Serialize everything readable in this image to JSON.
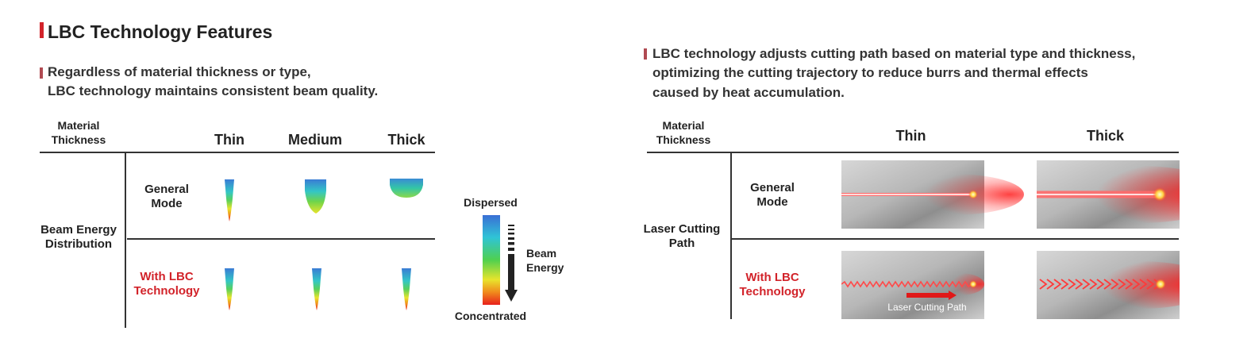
{
  "left": {
    "title": "LBC Technology Features",
    "subtitle_line1": "Regardless of material thickness or type,",
    "subtitle_line2": "LBC technology maintains consistent beam quality.",
    "header_material_line1": "Material",
    "header_material_line2": "Thickness",
    "columns": [
      "Thin",
      "Medium",
      "Thick"
    ],
    "row_group_line1": "Beam Energy",
    "row_group_line2": "Distribution",
    "rows": [
      {
        "line1": "General",
        "line2": "Mode"
      },
      {
        "line1": "With LBC",
        "line2": "Technology"
      }
    ]
  },
  "legend": {
    "top": "Dispersed",
    "bottom": "Concentrated",
    "arrow_line1": "Beam",
    "arrow_line2": "Energy"
  },
  "right": {
    "subtitle_line1": "LBC technology adjusts cutting path based on material type and thickness,",
    "subtitle_line2": "optimizing the cutting trajectory to reduce burrs and thermal effects",
    "subtitle_line3": "caused by heat accumulation.",
    "header_material_line1": "Material",
    "header_material_line2": "Thickness",
    "columns": [
      "Thin",
      "Thick"
    ],
    "row_group_line1": "Laser Cutting",
    "row_group_line2": "Path",
    "rows": [
      {
        "line1": "General",
        "line2": "Mode"
      },
      {
        "line1": "With LBC",
        "line2": "Technology"
      }
    ],
    "path_caption": "Laser Cutting Path"
  },
  "colors": {
    "accent_red": "#d2232a",
    "sub_marker": "#b04a52"
  }
}
